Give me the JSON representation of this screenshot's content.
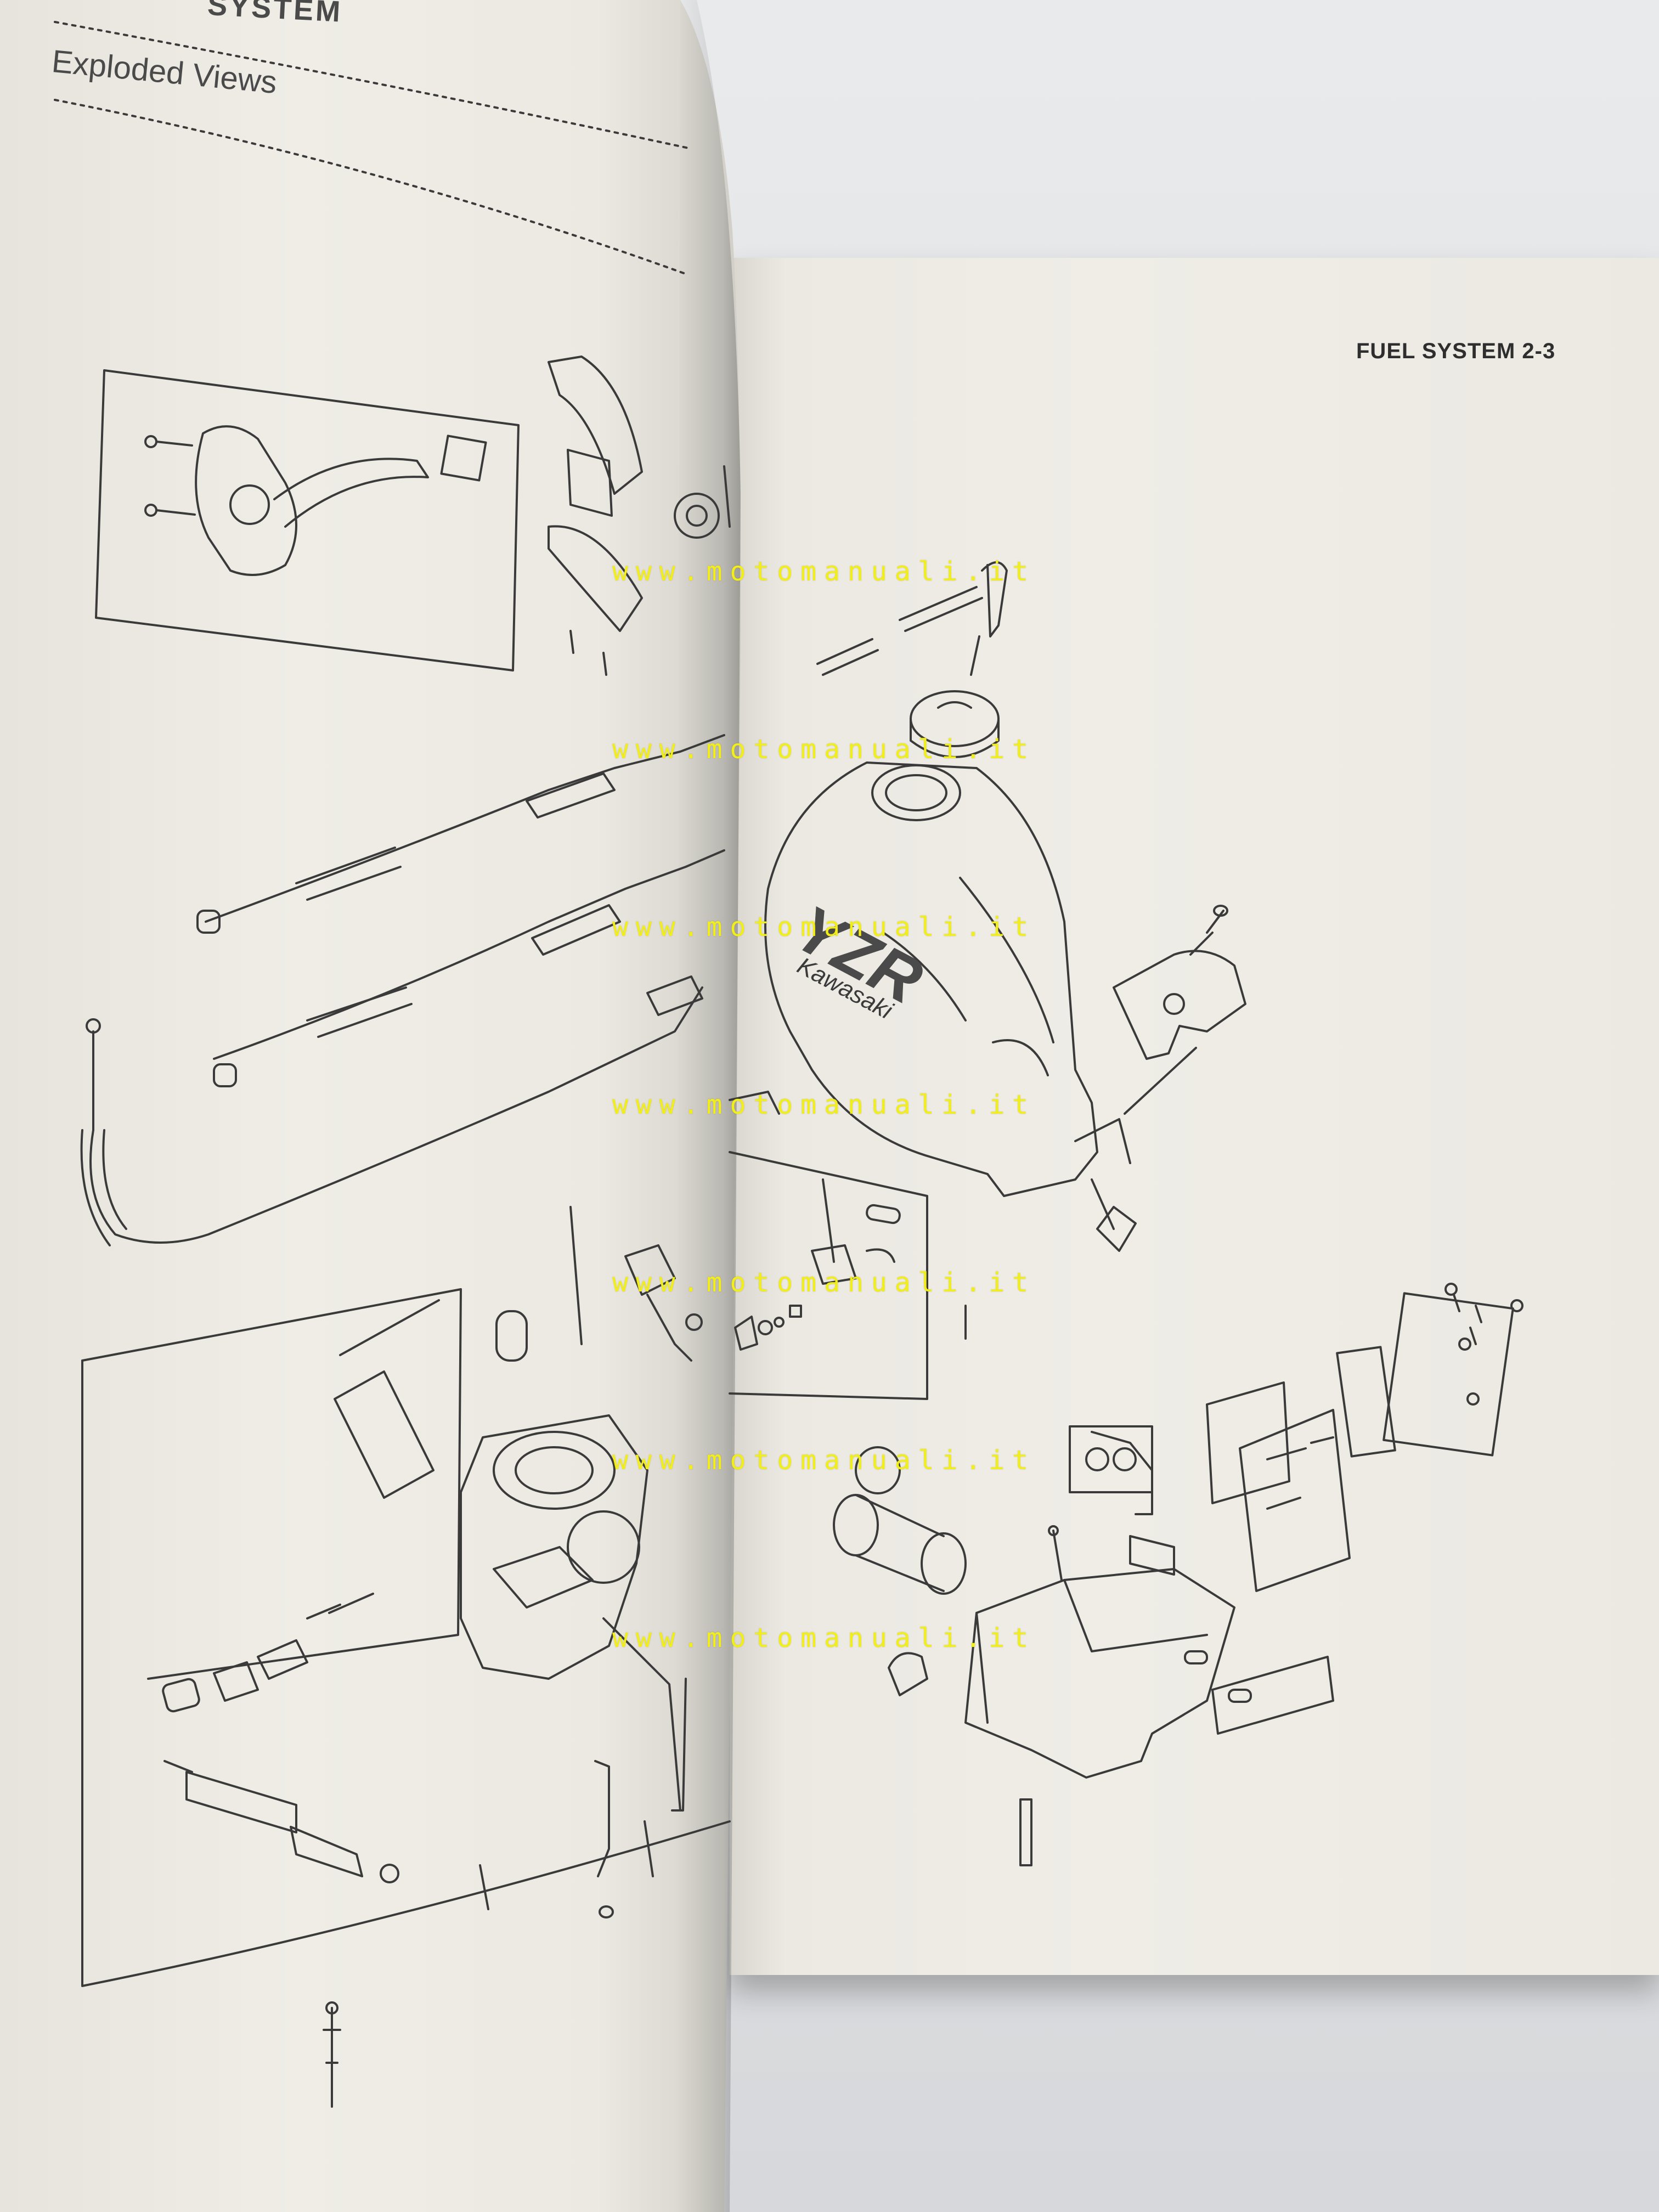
{
  "left_page": {
    "section_header": "SYSTEM",
    "title": "Exploded Views"
  },
  "right_page": {
    "header": "FUEL SYSTEM  2-3"
  },
  "tank_decal": {
    "model": "YZR",
    "brand": "Kawasaki"
  },
  "watermarks": [
    "www.motomanuali.it",
    "www.motomanuali.it",
    "www.motomanuali.it",
    "www.motomanuali.it",
    "www.motomanuali.it",
    "www.motomanuali.it",
    "www.motomanuali.it"
  ],
  "colors": {
    "paper": "#efede6",
    "ink": "#3a3a3a",
    "watermark": "#f2ee1a"
  }
}
